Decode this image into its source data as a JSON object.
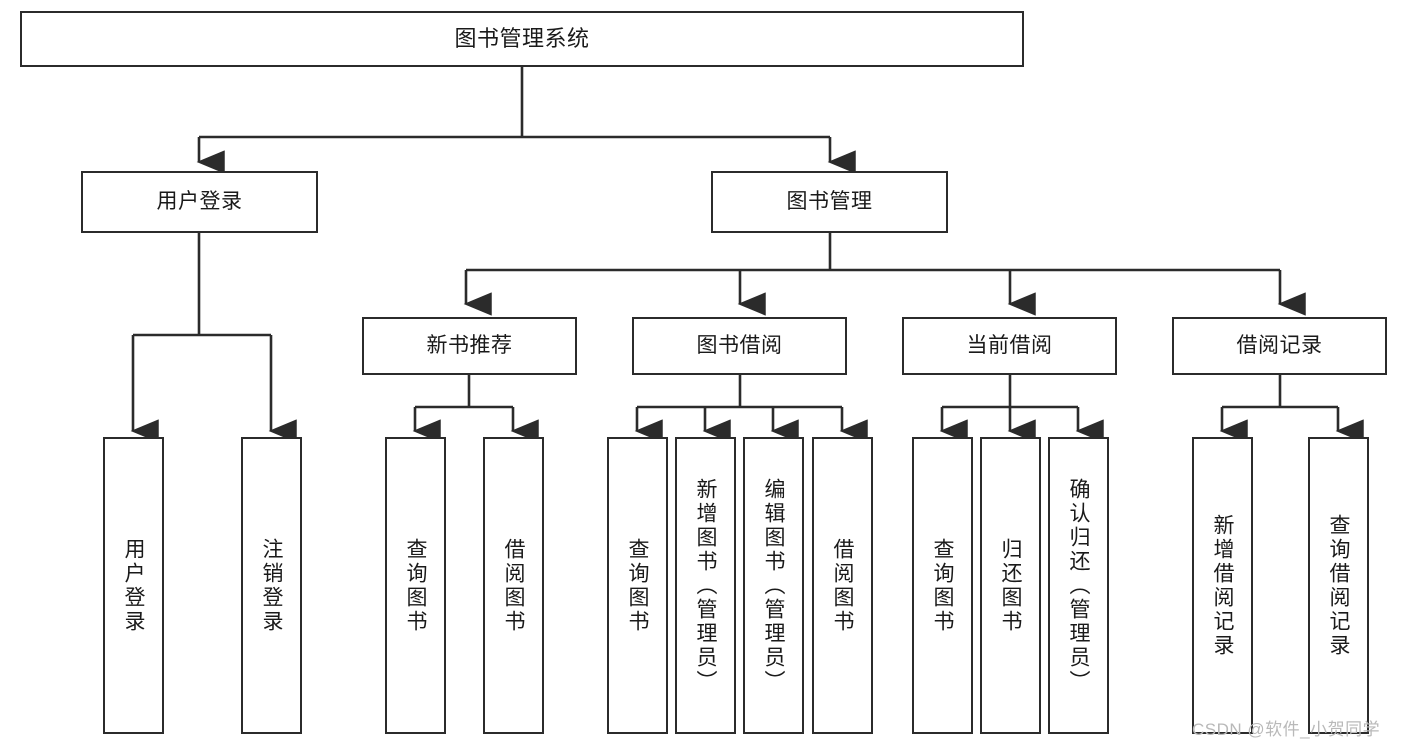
{
  "diagram": {
    "type": "hierarchy-tree",
    "title": "图书管理系统",
    "orientation": "top-down",
    "levels": 4,
    "node_border_color": "#2b2b2b",
    "node_fill_color": "#ffffff",
    "connector_color": "#2b2b2b"
  },
  "nodes": {
    "root": {
      "label": "图书管理系统"
    },
    "level2": [
      {
        "label": "用户登录"
      },
      {
        "label": "图书管理"
      }
    ],
    "level3": [
      {
        "label": "新书推荐"
      },
      {
        "label": "图书借阅"
      },
      {
        "label": "当前借阅"
      },
      {
        "label": "借阅记录"
      }
    ],
    "leaves": {
      "user_login": [
        {
          "label": "用户登录"
        },
        {
          "label": "注销登录"
        }
      ],
      "new_book_recommend": [
        {
          "label": "查询图书"
        },
        {
          "label": "借阅图书"
        }
      ],
      "book_borrow": [
        {
          "label": "查询图书"
        },
        {
          "label": "新增图书（管理员）"
        },
        {
          "label": "编辑图书（管理员）"
        },
        {
          "label": "借阅图书"
        }
      ],
      "current_borrow": [
        {
          "label": "查询图书"
        },
        {
          "label": "归还图书"
        },
        {
          "label": "确认归还（管理员）"
        }
      ],
      "borrow_record": [
        {
          "label": "新增借阅记录"
        },
        {
          "label": "查询借阅记录"
        }
      ]
    }
  },
  "watermark": {
    "text": "CSDN @软件_小贺同学"
  }
}
